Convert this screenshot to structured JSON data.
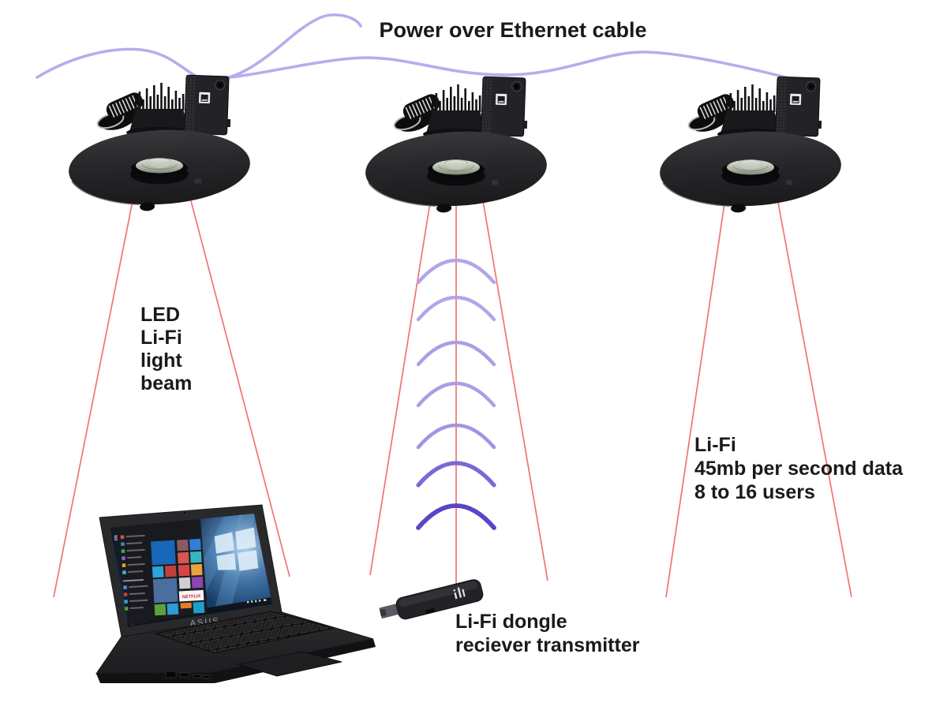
{
  "title": "Power over Ethernet cable",
  "labels": {
    "led_beam": {
      "line1": "LED",
      "line2": "Li-Fi",
      "line3": "light",
      "line4": "beam"
    },
    "lifi_stats": {
      "line1": "Li-Fi",
      "line2": "45mb per second data",
      "line3": "8 to 16 users"
    },
    "dongle_label": {
      "line1": "Li-Fi dongle",
      "line2": "reciever transmitter"
    }
  },
  "laptop": {
    "brand": "ASUS",
    "netflix_tile": "NETFLIX"
  },
  "devices": {
    "downlights": [
      "lifi-led-downlight-1",
      "lifi-led-downlight-2",
      "lifi-led-downlight-3"
    ],
    "dongle": "lifi-usb-dongle",
    "laptop": "asus-laptop"
  },
  "colors": {
    "background": "#ffffff",
    "text": "#1a1a1a",
    "poe_cable": "#b5a8ea",
    "beam_red": "#ef5b5b",
    "wave_light": "#b2a5e8",
    "wave_mid": "#7b68d4",
    "wave_dark": "#5747c7"
  }
}
